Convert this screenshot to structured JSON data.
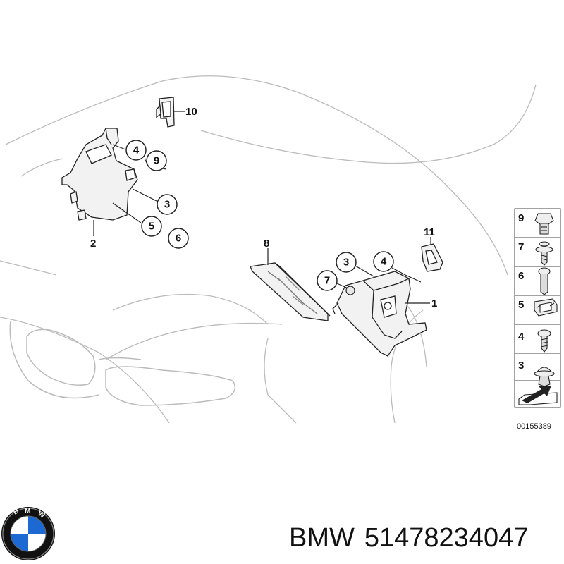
{
  "diagram": {
    "part_labels": {
      "p1": "1",
      "p2": "2",
      "p8": "8",
      "p10": "10",
      "p11": "11"
    },
    "callouts": {
      "c4_top": "4",
      "c9_top": "9",
      "c3_top": "3",
      "c5_top": "5",
      "c6_top": "6",
      "c3_mid": "3",
      "c4_mid": "4",
      "c7_mid": "7"
    },
    "legend": {
      "items": [
        "9",
        "7",
        "6",
        "5",
        "4",
        "3"
      ]
    },
    "code": "00155389"
  },
  "caption": {
    "brand": "BMW",
    "part_number": "51478234047"
  },
  "colors": {
    "line": "#222222",
    "ghost_line": "#bbbbbb",
    "part_fill": "#f2f2f2",
    "logo_blue": "#1c69d4",
    "logo_ring": "#111111"
  }
}
